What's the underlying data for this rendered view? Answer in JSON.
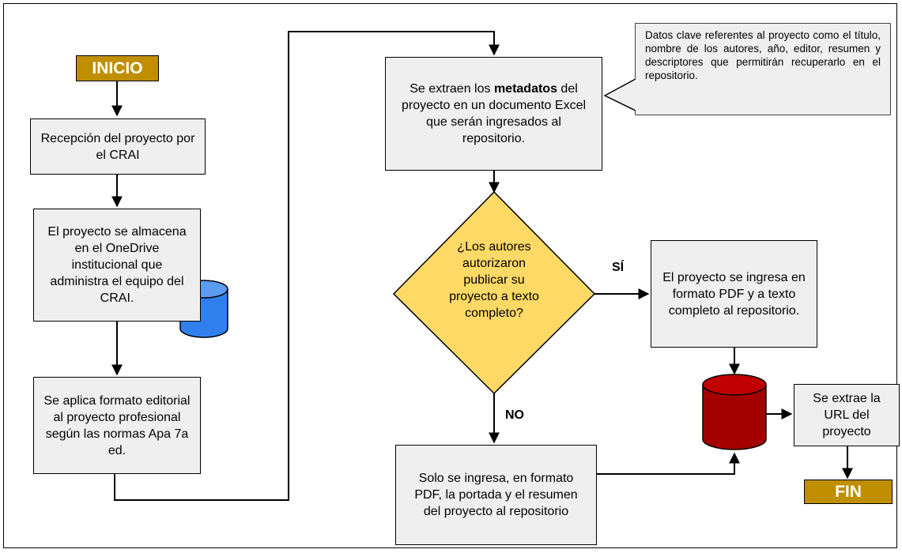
{
  "terminals": {
    "start": "INICIO",
    "end": "FIN"
  },
  "steps": {
    "reception": "Recepción del proyecto por el CRAI",
    "storage": "El proyecto se almacena en el OneDrive institucional que administra el equipo del CRAI.",
    "format": "Se aplica formato editorial al proyecto profesional según las normas Apa 7a ed.",
    "metadata_before": "Se extraen los ",
    "metadata_bold": "metadatos",
    "metadata_after": " del proyecto en un documento Excel que serán ingresados al repositorio.",
    "full_text": "El proyecto se ingresa en formato PDF y a texto completo al repositorio.",
    "partial": "Solo se ingresa, en formato PDF, la portada y el resumen del proyecto al repositorio",
    "url": "Se extrae la URL del proyecto"
  },
  "decision": "¿Los autores autorizaron publicar su proyecto a texto completo?",
  "branches": {
    "yes": "SÍ",
    "no": "NO"
  },
  "callout": "Datos clave referentes al proyecto como el título, nombre de los autores, año, editor, resumen y descriptores que permitirán recuperarlo en el repositorio.",
  "colors": {
    "terminal": "#bf8f00",
    "decision": "#ffd966",
    "database_blue": "#2f80ed",
    "database_red": "#a50000",
    "box_fill": "#efefef"
  }
}
